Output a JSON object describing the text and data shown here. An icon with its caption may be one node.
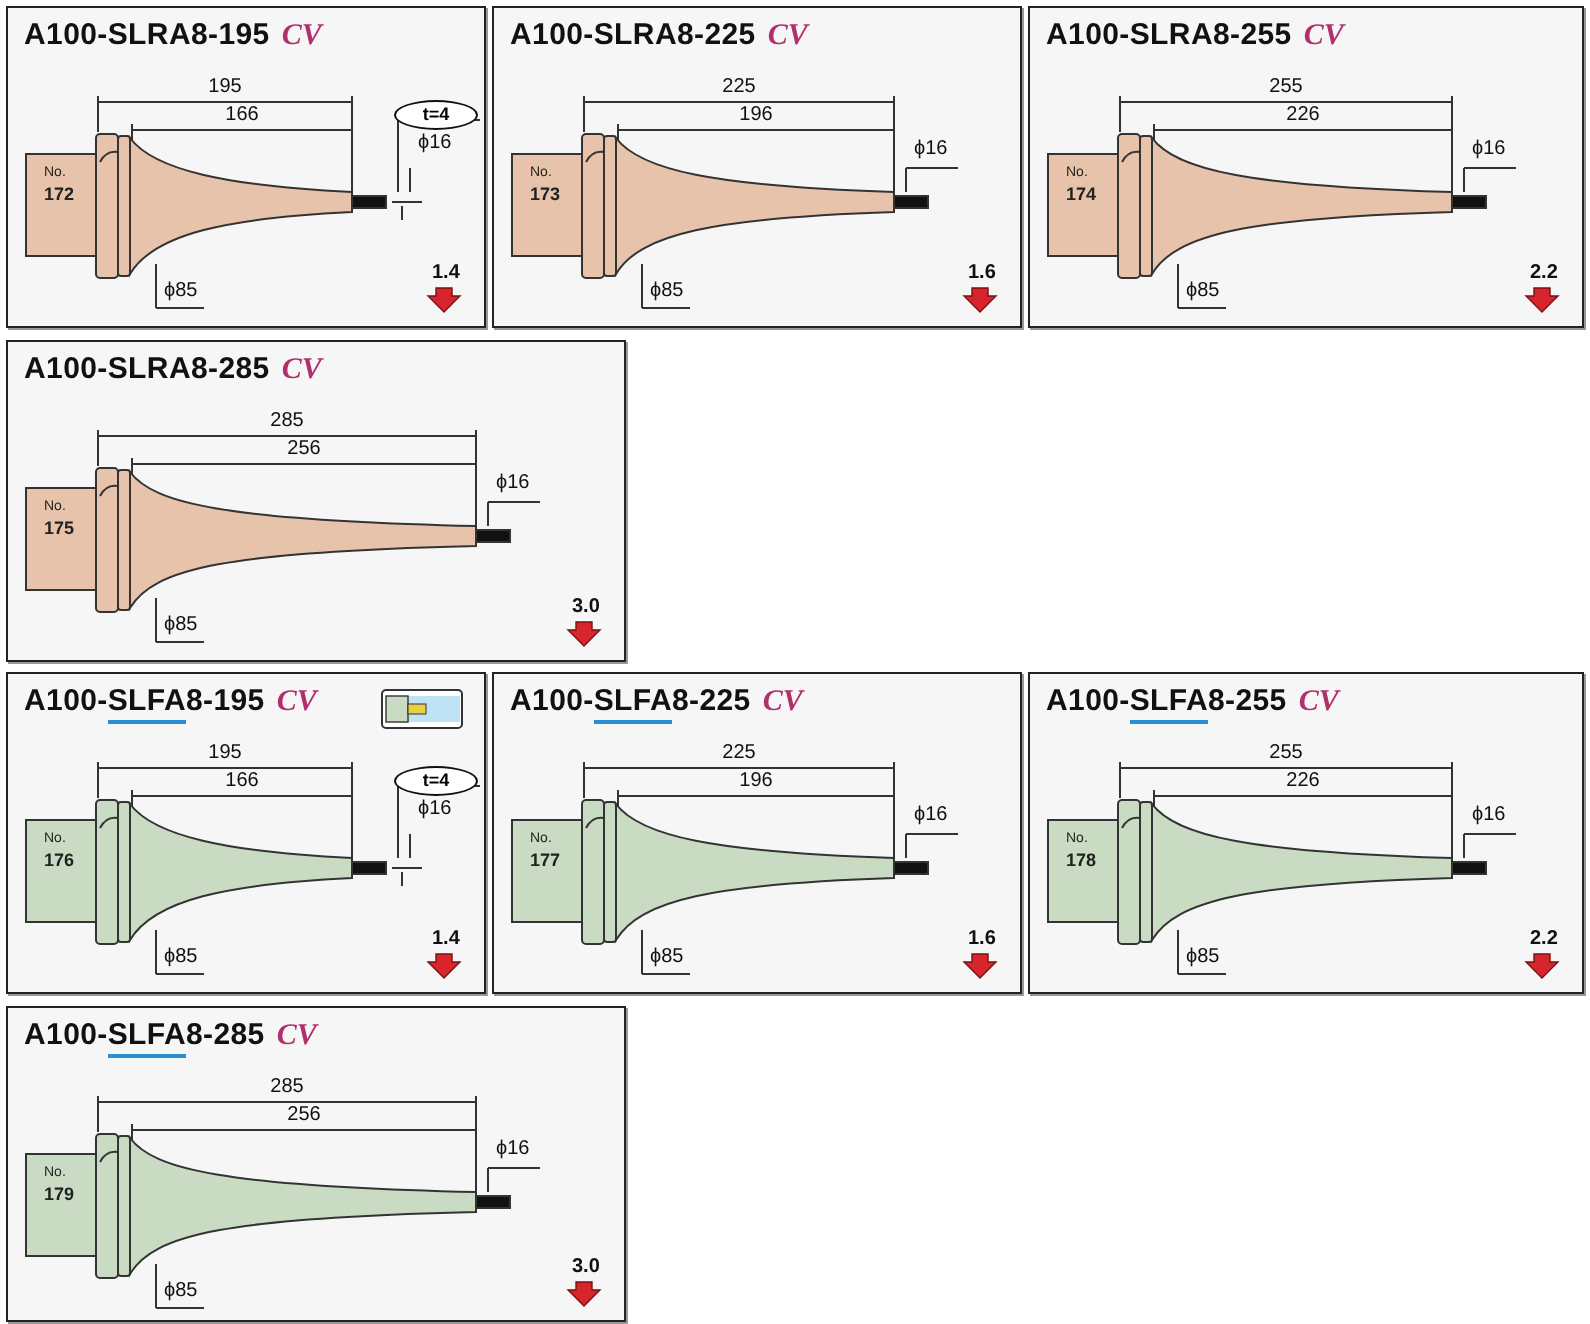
{
  "diagram": {
    "nodes": [
      {
        "text": [
          "A100-SLRA8-195",
          "CV"
        ]
      },
      {
        "text": [
          "No.",
          "172"
        ],
        "in": 0
      },
      {
        "text": [
          "t=4"
        ],
        "in": 0
      },
      {
        "text": [
          "A100-SLRA8-225",
          "CV"
        ]
      },
      {
        "text": [
          "No.",
          "173"
        ],
        "in": 3
      },
      {
        "text": [
          "A100-SLRA8-255",
          "CV"
        ]
      },
      {
        "text": [
          "No.",
          "174"
        ],
        "in": 5
      },
      {
        "text": [
          "A100-SLRA8-285",
          "CV"
        ]
      },
      {
        "text": [
          "No.",
          "175"
        ],
        "in": 7
      },
      {
        "text": [
          "A100-SLFA8-195",
          "CV"
        ]
      },
      {
        "text": [
          "No.",
          "176"
        ],
        "in": 9
      },
      {
        "text": [
          "t=4"
        ],
        "in": 9
      },
      {
        "text": [
          "A100-SLFA8-225",
          "CV"
        ]
      },
      {
        "text": [
          "No.",
          "177"
        ],
        "in": 12
      },
      {
        "text": [
          "A100-SLFA8-255",
          "CV"
        ]
      },
      {
        "text": [
          "No.",
          "178"
        ],
        "in": 14
      },
      {
        "text": [
          "A100-SLFA8-285",
          "CV"
        ]
      },
      {
        "text": [
          "No.",
          "179"
        ],
        "in": 16
      }
    ],
    "edges": [],
    "labels": [
      "195",
      "166",
      "ϕ16",
      "ϕ85",
      "1.4",
      "225",
      "196",
      "ϕ16",
      "ϕ85",
      "1.6",
      "255",
      "226",
      "ϕ16",
      "ϕ85",
      "2.2",
      "285",
      "256",
      "ϕ16",
      "ϕ85",
      "3.0",
      "195",
      "166",
      "ϕ16",
      "ϕ85",
      "1.4",
      "225",
      "196",
      "ϕ16",
      "ϕ85",
      "1.6",
      "255",
      "226",
      "ϕ16",
      "ϕ85",
      "2.2",
      "285",
      "256",
      "ϕ16",
      "ϕ85",
      "3.0"
    ]
  }
}
